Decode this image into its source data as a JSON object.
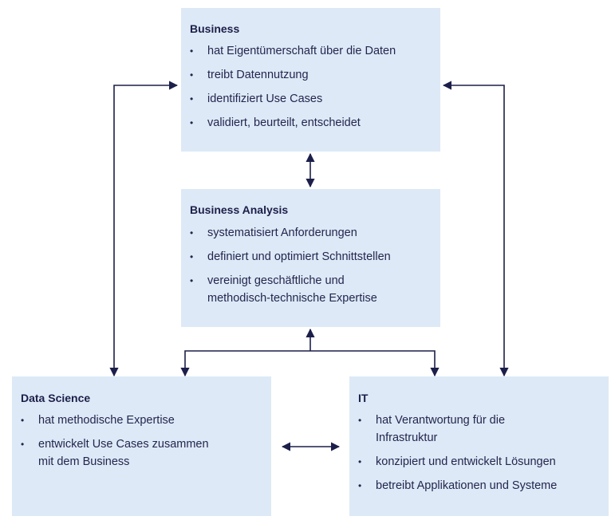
{
  "colors": {
    "box_fill": "#dde9f6",
    "text": "#1c1f4a",
    "line": "#1c1f4a"
  },
  "business": {
    "title": "Business",
    "items": [
      "hat Eigentümerschaft über die Daten",
      "treibt Datennutzung",
      "identifiziert Use Cases",
      "validiert, beurteilt, entscheidet"
    ]
  },
  "business_analysis": {
    "title": "Business Analysis",
    "items": [
      "systematisiert Anforderungen",
      "definiert und optimiert Schnittstellen",
      "vereinigt geschäftliche und methodisch-technische Expertise"
    ]
  },
  "data_science": {
    "title": "Data Science",
    "items": [
      "hat methodische Expertise",
      "entwickelt Use Cases zusammen mit dem Business"
    ]
  },
  "it": {
    "title": "IT",
    "items": [
      "hat Verantwortung für die Infrastruktur",
      "konzipiert und entwickelt Lösungen",
      "betreibt Applikationen und Systeme"
    ]
  }
}
